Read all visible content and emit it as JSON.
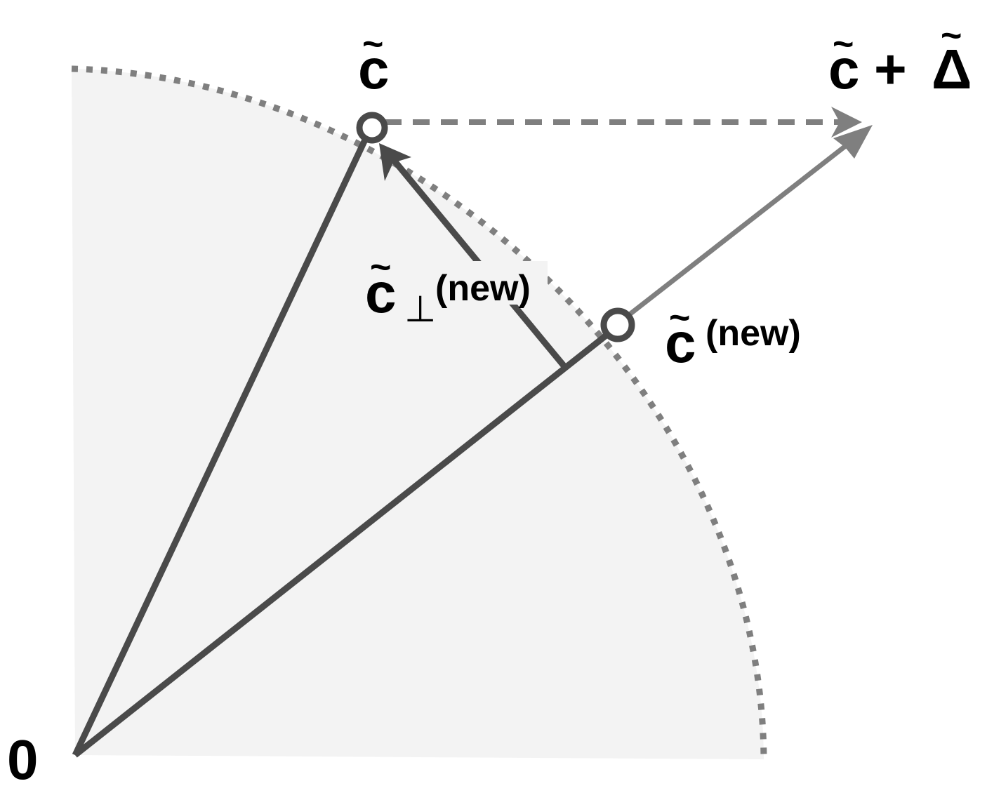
{
  "diagram": {
    "colors": {
      "region": "#f3f3f3",
      "dark": "#4a4a4a",
      "mid": "#7f7f7f",
      "text": "#000000",
      "point_fill": "#ffffff"
    },
    "labels": {
      "origin": "0",
      "c": "c",
      "c_plus": "c",
      "plus": "+",
      "delta": "Δ",
      "c_new": "c",
      "c_new_sup": "(new)",
      "c_perp": "c",
      "c_perp_sub": "⊥",
      "c_perp_sup": "(new)",
      "tilde": "~"
    }
  }
}
